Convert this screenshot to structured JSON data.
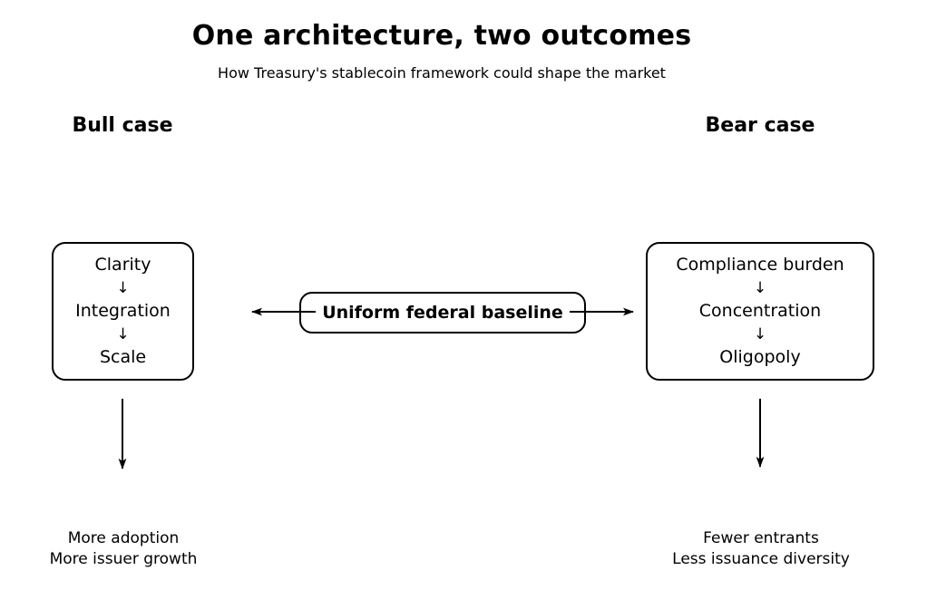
{
  "title": "One architecture, two outcomes",
  "subtitle": "How Treasury's stablecoin framework could shape the market",
  "glyphs": {
    "down_arrow": "↓"
  },
  "center": {
    "label": "Uniform federal baseline"
  },
  "columns": {
    "bull": {
      "heading": "Bull case",
      "chain": [
        "Clarity",
        "Integration",
        "Scale"
      ],
      "outcome_lines": [
        "More adoption",
        "More issuer growth"
      ]
    },
    "bear": {
      "heading": "Bear case",
      "chain": [
        "Compliance burden",
        "Concentration",
        "Oligopoly"
      ],
      "outcome_lines": [
        "Fewer entrants",
        "Less issuance diversity"
      ]
    }
  },
  "colors": {
    "ink": "#000000",
    "background": "#ffffff"
  }
}
